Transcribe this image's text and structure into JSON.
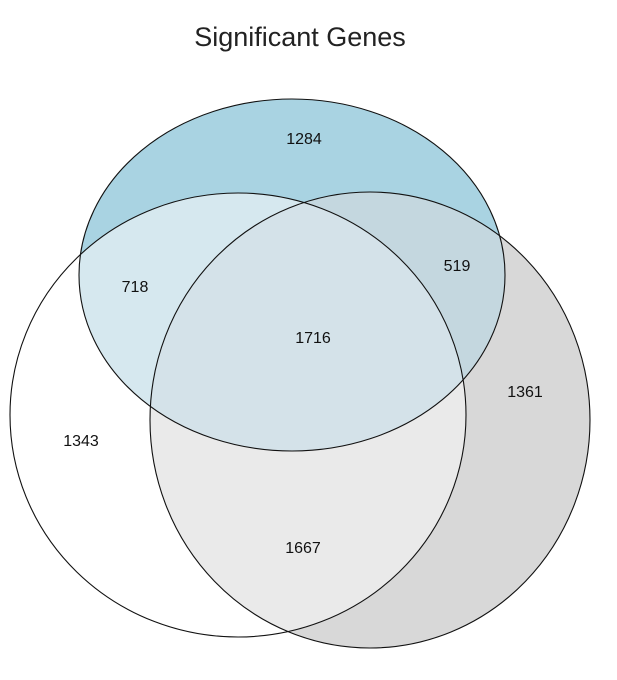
{
  "title": "Significant Genes",
  "colors": {
    "set_blue": "#a9d3e2",
    "set_grey": "#d8d8d8",
    "set_white": "#ffffff",
    "outline": "#111111"
  },
  "regions": {
    "blue_only": "1284",
    "white_blue": "718",
    "blue_grey": "519",
    "all_three": "1716",
    "white_only": "1343",
    "grey_only": "1361",
    "white_grey": "1667"
  }
}
